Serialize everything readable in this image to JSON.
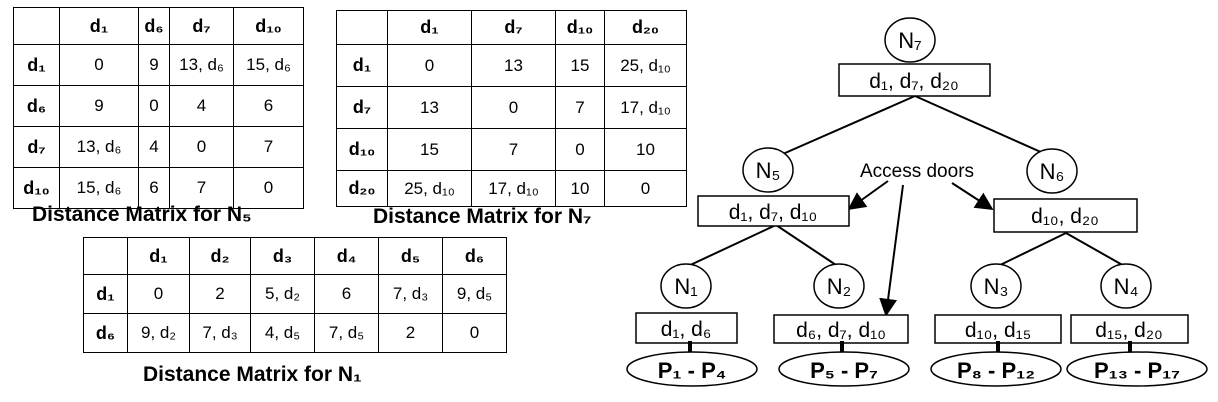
{
  "matrices": [
    {
      "id": "n5",
      "caption": "Distance Matrix for N₅",
      "headers": [
        "d₁",
        "d₆",
        "d₇",
        "d₁₀"
      ],
      "rows": [
        {
          "label": "d₁",
          "cells": [
            "0",
            "9",
            "13, d₆",
            "15, d₆"
          ]
        },
        {
          "label": "d₆",
          "cells": [
            "9",
            "0",
            "4",
            "6"
          ]
        },
        {
          "label": "d₇",
          "cells": [
            "13, d₆",
            "4",
            "0",
            "7"
          ]
        },
        {
          "label": "d₁₀",
          "cells": [
            "15, d₆",
            "6",
            "7",
            "0"
          ]
        }
      ]
    },
    {
      "id": "n7",
      "caption": "Distance Matrix for N₇",
      "headers": [
        "d₁",
        "d₇",
        "d₁₀",
        "d₂₀"
      ],
      "rows": [
        {
          "label": "d₁",
          "cells": [
            "0",
            "13",
            "15",
            "25, d₁₀"
          ]
        },
        {
          "label": "d₇",
          "cells": [
            "13",
            "0",
            "7",
            "17, d₁₀"
          ]
        },
        {
          "label": "d₁₀",
          "cells": [
            "15",
            "7",
            "0",
            "10"
          ]
        },
        {
          "label": "d₂₀",
          "cells": [
            "25, d₁₀",
            "17, d₁₀",
            "10",
            "0"
          ]
        }
      ]
    },
    {
      "id": "n1",
      "caption": "Distance Matrix for N₁",
      "headers": [
        "d₁",
        "d₂",
        "d₃",
        "d₄",
        "d₅",
        "d₆"
      ],
      "rows": [
        {
          "label": "d₁",
          "cells": [
            "0",
            "2",
            "5, d₂",
            "6",
            "7, d₃",
            "9, d₅"
          ]
        },
        {
          "label": "d₆",
          "cells": [
            "9, d₂",
            "7, d₃",
            "4, d₅",
            "7, d₅",
            "2",
            "0"
          ]
        }
      ]
    }
  ],
  "tree": {
    "annotation": "Access doors",
    "nodes": [
      {
        "id": "N7",
        "name": "N₇",
        "doors": "d₁, d₇, d₂₀"
      },
      {
        "id": "N5",
        "name": "N₅",
        "doors": "d₁, d₇, d₁₀"
      },
      {
        "id": "N6",
        "name": "N₆",
        "doors": "d₁₀, d₂₀"
      },
      {
        "id": "N1",
        "name": "N₁",
        "doors": "d₁, d₆",
        "objects": "P₁ - P₄"
      },
      {
        "id": "N2",
        "name": "N₂",
        "doors": "d₆, d₇, d₁₀",
        "objects": "P₅ - P₇"
      },
      {
        "id": "N3",
        "name": "N₃",
        "doors": "d₁₀, d₁₅",
        "objects": "P₈ - P₁₂"
      },
      {
        "id": "N4",
        "name": "N₄",
        "doors": "d₁₅, d₂₀",
        "objects": "P₁₃ - P₁₇"
      }
    ]
  }
}
